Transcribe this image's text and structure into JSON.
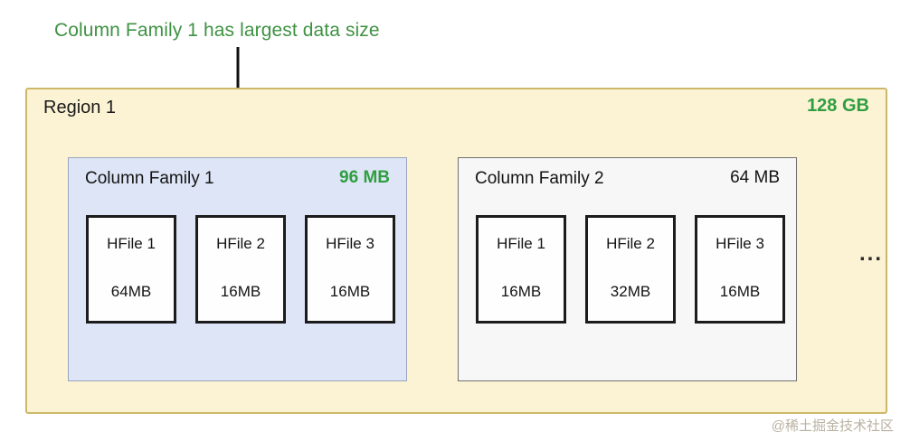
{
  "annotation": {
    "text": "Column Family 1 has largest data size",
    "color": "#3f9243",
    "arrow_icon": "down-arrow-icon"
  },
  "region": {
    "title": "Region 1",
    "size": "128 GB",
    "size_color": "#2f9e41",
    "background": "#fcf3d4",
    "border_color": "#cdb86a",
    "ellipsis": "...",
    "column_families": [
      {
        "title": "Column Family 1",
        "size": "96 MB",
        "highlighted": true,
        "background": "#dee5f6",
        "hfiles": [
          {
            "name": "HFile 1",
            "size": "64MB"
          },
          {
            "name": "HFile 2",
            "size": "16MB"
          },
          {
            "name": "HFile 3",
            "size": "16MB"
          }
        ]
      },
      {
        "title": "Column Family 2",
        "size": "64 MB",
        "highlighted": false,
        "background": "#f7f7f7",
        "hfiles": [
          {
            "name": "HFile 1",
            "size": "16MB"
          },
          {
            "name": "HFile 2",
            "size": "32MB"
          },
          {
            "name": "HFile 3",
            "size": "16MB"
          }
        ]
      }
    ]
  },
  "watermark": {
    "text": "@稀土掘金技术社区"
  }
}
